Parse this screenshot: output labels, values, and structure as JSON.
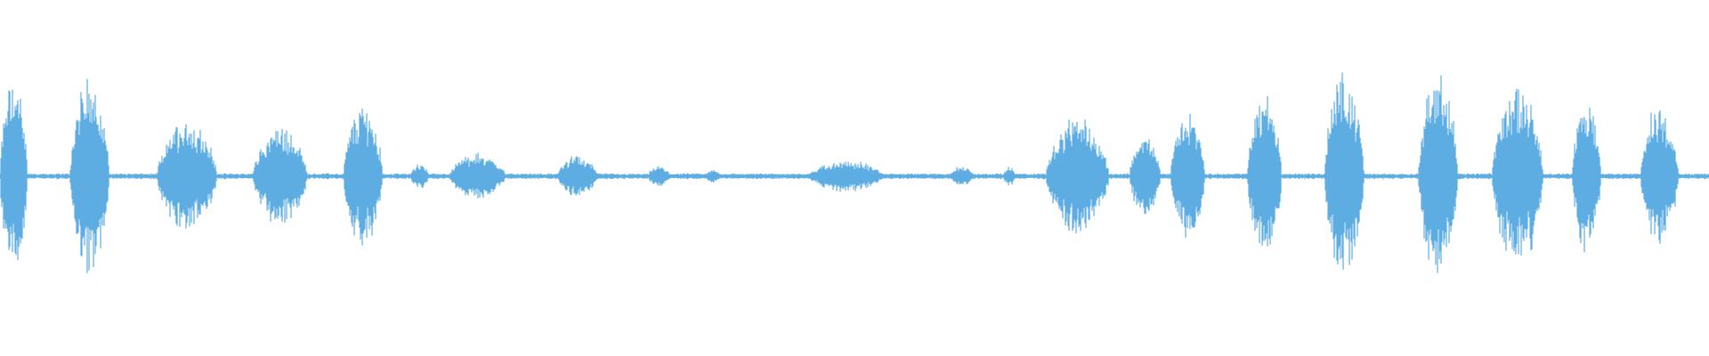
{
  "waveform": {
    "color": "#5dade2",
    "background": "#ffffff",
    "duration_fraction_segments": [
      {
        "start": 0.0,
        "end": 0.016,
        "peak": 0.95
      },
      {
        "start": 0.041,
        "end": 0.064,
        "peak": 0.95
      },
      {
        "start": 0.092,
        "end": 0.127,
        "peak": 0.55
      },
      {
        "start": 0.148,
        "end": 0.18,
        "peak": 0.47
      },
      {
        "start": 0.201,
        "end": 0.224,
        "peak": 0.68
      },
      {
        "start": 0.24,
        "end": 0.251,
        "peak": 0.12
      },
      {
        "start": 0.263,
        "end": 0.296,
        "peak": 0.22
      },
      {
        "start": 0.326,
        "end": 0.35,
        "peak": 0.2
      },
      {
        "start": 0.379,
        "end": 0.392,
        "peak": 0.1
      },
      {
        "start": 0.413,
        "end": 0.422,
        "peak": 0.07
      },
      {
        "start": 0.473,
        "end": 0.517,
        "peak": 0.15
      },
      {
        "start": 0.556,
        "end": 0.57,
        "peak": 0.1
      },
      {
        "start": 0.587,
        "end": 0.594,
        "peak": 0.1
      },
      {
        "start": 0.612,
        "end": 0.649,
        "peak": 0.55
      },
      {
        "start": 0.661,
        "end": 0.679,
        "peak": 0.4
      },
      {
        "start": 0.685,
        "end": 0.705,
        "peak": 0.62
      },
      {
        "start": 0.73,
        "end": 0.75,
        "peak": 0.82
      },
      {
        "start": 0.775,
        "end": 0.798,
        "peak": 1.0
      },
      {
        "start": 0.83,
        "end": 0.853,
        "peak": 1.0
      },
      {
        "start": 0.873,
        "end": 0.903,
        "peak": 0.88
      },
      {
        "start": 0.92,
        "end": 0.937,
        "peak": 0.72
      },
      {
        "start": 0.96,
        "end": 0.982,
        "peak": 0.68
      }
    ]
  }
}
